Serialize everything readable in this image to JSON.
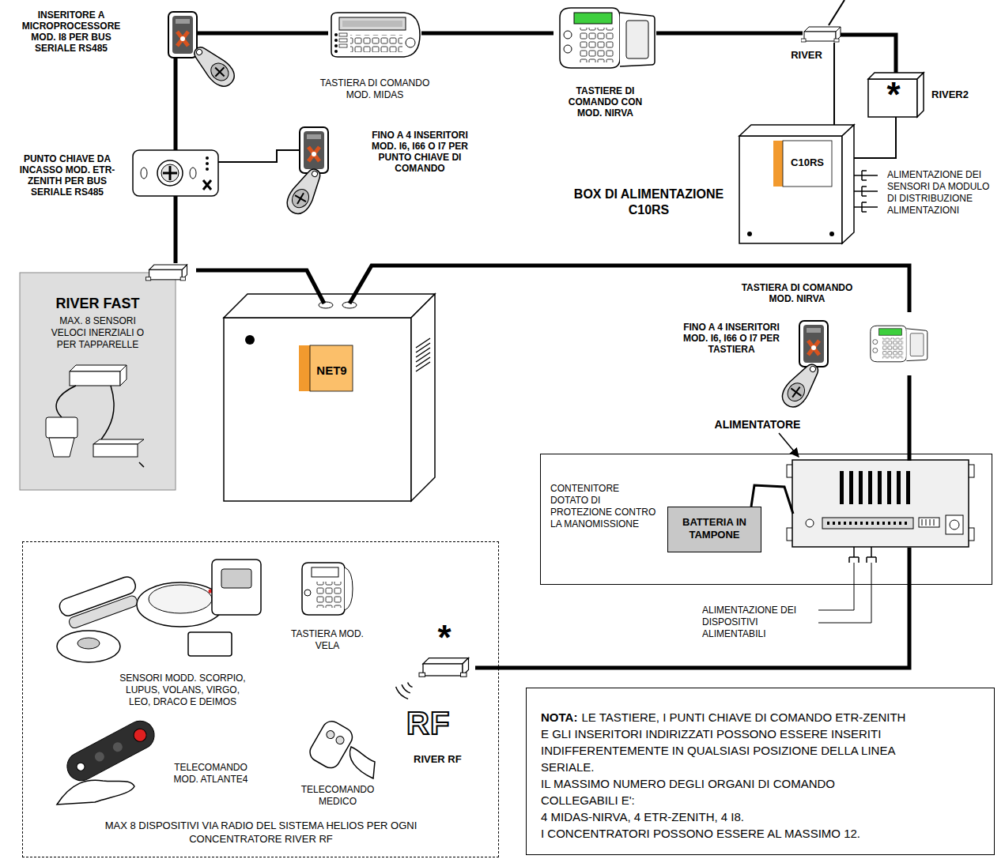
{
  "diagram": {
    "nodes": [
      {
        "text": [
          "INSERITORE A MICROPROCESSORE MOD. I8 PER BUS SERIALE RS485"
        ]
      },
      {
        "text": [
          "TASTIERA DI COMANDO MOD. MIDAS"
        ]
      },
      {
        "text": [
          "TASTIERE DI COMANDO CON MOD. NIRVA"
        ]
      },
      {
        "text": [
          "RIVER"
        ]
      },
      {
        "text": [
          "*",
          "RIVER2"
        ]
      },
      {
        "text": [
          "PUNTO CHIAVE DA INCASSO MOD. ETR-ZENITH PER BUS SERIALE RS485"
        ]
      },
      {
        "text": [
          "FINO A 4 INSERITORI MOD. I6, I66 O I7 PER PUNTO CHIAVE DI COMANDO"
        ]
      },
      {
        "text": [
          "C10RS",
          "BOX DI ALIMENTAZIONE C10RS"
        ]
      },
      {
        "text": [
          "RIVER FAST",
          "MAX. 8 SENSORI VELOCI INERZIALI O PER TAPPARELLE"
        ]
      },
      {
        "text": [
          "NET9"
        ]
      },
      {
        "text": [
          "TASTIERA DI COMANDO MOD. NIRVA"
        ]
      },
      {
        "text": [
          "FINO A 4 INSERITORI MOD. I6, I66 O I7 PER TASTIERA"
        ]
      },
      {
        "text": [
          "CONTENITORE DOTATO DI PROTEZIONE CONTRO LA MANOMISSIONE"
        ]
      },
      {
        "text": [
          "ALIMENTATORE"
        ],
        "in": 12
      },
      {
        "text": [
          "BATTERIA IN TAMPONE"
        ],
        "in": 12
      },
      {
        "text": [
          "MAX 8 DISPOSITIVI VIA RADIO DEL SISTEMA HELIOS PER OGNI CONCENTRATORE RIVER RF"
        ]
      },
      {
        "text": [
          "SENSORI MODD. SCORPIO, LUPUS, VOLANS, VIRGO, LEO, DRACO E DEIMOS"
        ],
        "in": 15
      },
      {
        "text": [
          "TASTIERA MOD. VELA"
        ],
        "in": 15
      },
      {
        "text": [
          "TELECOMANDO MOD. ATLANTE4"
        ],
        "in": 15
      },
      {
        "text": [
          "TELECOMANDO MEDICO"
        ],
        "in": 15
      },
      {
        "text": [
          "*",
          "RF",
          "RIVER RF"
        ],
        "in": 15
      },
      {
        "text": [
          "NOTA:",
          "LE TASTIERE, I PUNTI CHIAVE DI COMANDO ETR-ZENITH E GLI INSERITORI INDIRIZZATI POSSONO ESSERE INSERITI INDIFFERENTEMENTE IN QUALSIASI POSIZIONE DELLA LINEA SERIALE.",
          "IL MASSIMO NUMERO DEGLI ORGANI DI COMANDO COLLEGABILI E':",
          "4 MIDAS-NIRVA, 4 ETR-ZENITH, 4 I8.",
          "I CONCENTRATORI POSSONO ESSERE AL MASSIMO 12."
        ]
      }
    ],
    "edges": [
      {
        "from": 0,
        "to": 1,
        "arrow": "none"
      },
      {
        "from": 1,
        "to": 2,
        "arrow": "none"
      },
      {
        "from": 2,
        "to": 3,
        "arrow": "none"
      },
      {
        "from": 3,
        "to": 7,
        "arrow": "none"
      },
      {
        "from": 3,
        "to": 4,
        "arrow": "none"
      },
      {
        "from": 4,
        "to": 7,
        "arrow": "none"
      },
      {
        "from": 0,
        "to": 5,
        "arrow": "none"
      },
      {
        "from": 5,
        "to": 6,
        "arrow": "none"
      },
      {
        "from": 5,
        "to": 8,
        "arrow": "none"
      },
      {
        "from": 8,
        "to": 9,
        "arrow": "none"
      },
      {
        "from": 9,
        "to": 10,
        "arrow": "none"
      },
      {
        "from": 10,
        "to": 13,
        "arrow": "none"
      },
      {
        "from": 13,
        "to": 20,
        "arrow": "none"
      },
      {
        "from": 14,
        "to": 13,
        "arrow": "none"
      }
    ],
    "labels": [
      "ALIMENTAZIONE DEI SENSORI DA MODULO DI DISTRIBUZIONE ALIMENTAZIONI",
      "ALIMENTAZIONE DEI DISPOSITIVI ALIMENTABILI"
    ]
  }
}
